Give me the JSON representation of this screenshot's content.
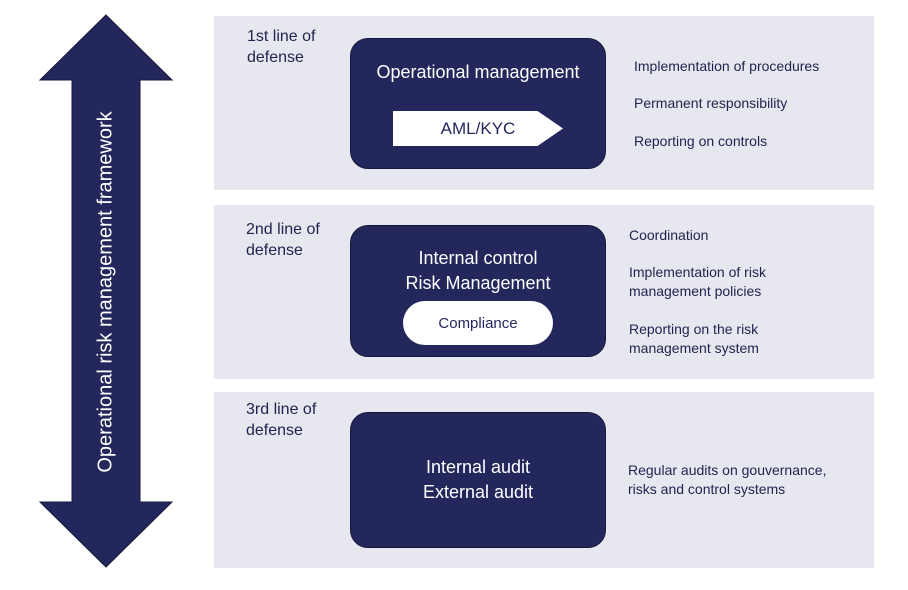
{
  "framework_label": "Operational risk management framework",
  "lines": [
    {
      "label": "1st line of\ndefense",
      "box_title": "Operational management",
      "tag": "AML/KYC",
      "bullets": [
        "Implementation of procedures",
        "Permanent responsibility",
        "Reporting on controls"
      ]
    },
    {
      "label": "2nd line of\ndefense",
      "box_title": "Internal control\nRisk Management",
      "tag": "Compliance",
      "bullets": [
        "Coordination",
        "Implementation of risk\nmanagement policies",
        "Reporting on the risk\nmanagement system"
      ]
    },
    {
      "label": "3rd line of\ndefense",
      "box_title": "Internal audit\nExternal audit",
      "bullets": [
        "Regular audits on gouvernance,\nrisks and control systems"
      ]
    }
  ],
  "colors": {
    "navy": "#24275c",
    "panel": "#e7e7f0",
    "text": "#22244f"
  }
}
